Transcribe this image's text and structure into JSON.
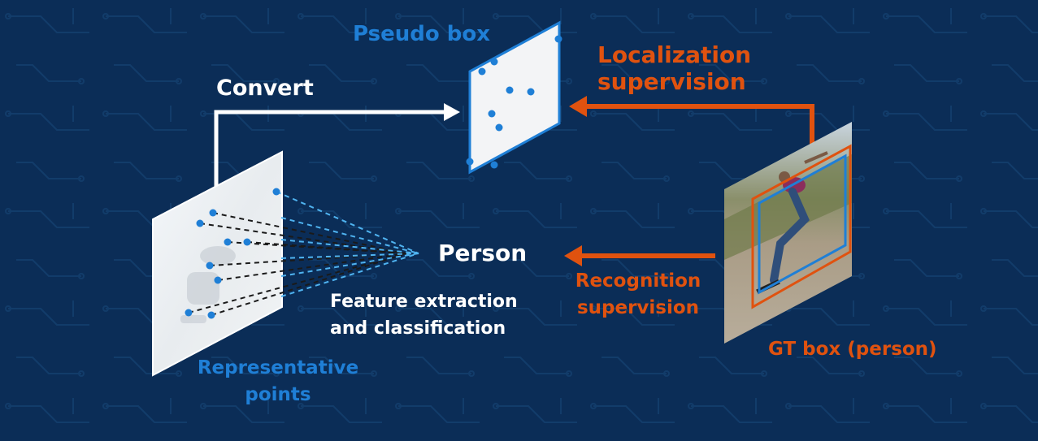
{
  "labels": {
    "pseudo_box": "Pseudo box",
    "convert": "Convert",
    "localization_1": "Localization",
    "localization_2": "supervision",
    "person": "Person",
    "feature_1": "Feature extraction",
    "feature_2": "and classification",
    "recognition_1": "Recognition",
    "recognition_2": "supervision",
    "gt_box": "GT box (person)",
    "rep_1": "Representative",
    "rep_2": "points"
  },
  "colors": {
    "background": "#0b2d57",
    "white": "#ffffff",
    "blue": "#1f7fd6",
    "orange": "#e0520f"
  }
}
